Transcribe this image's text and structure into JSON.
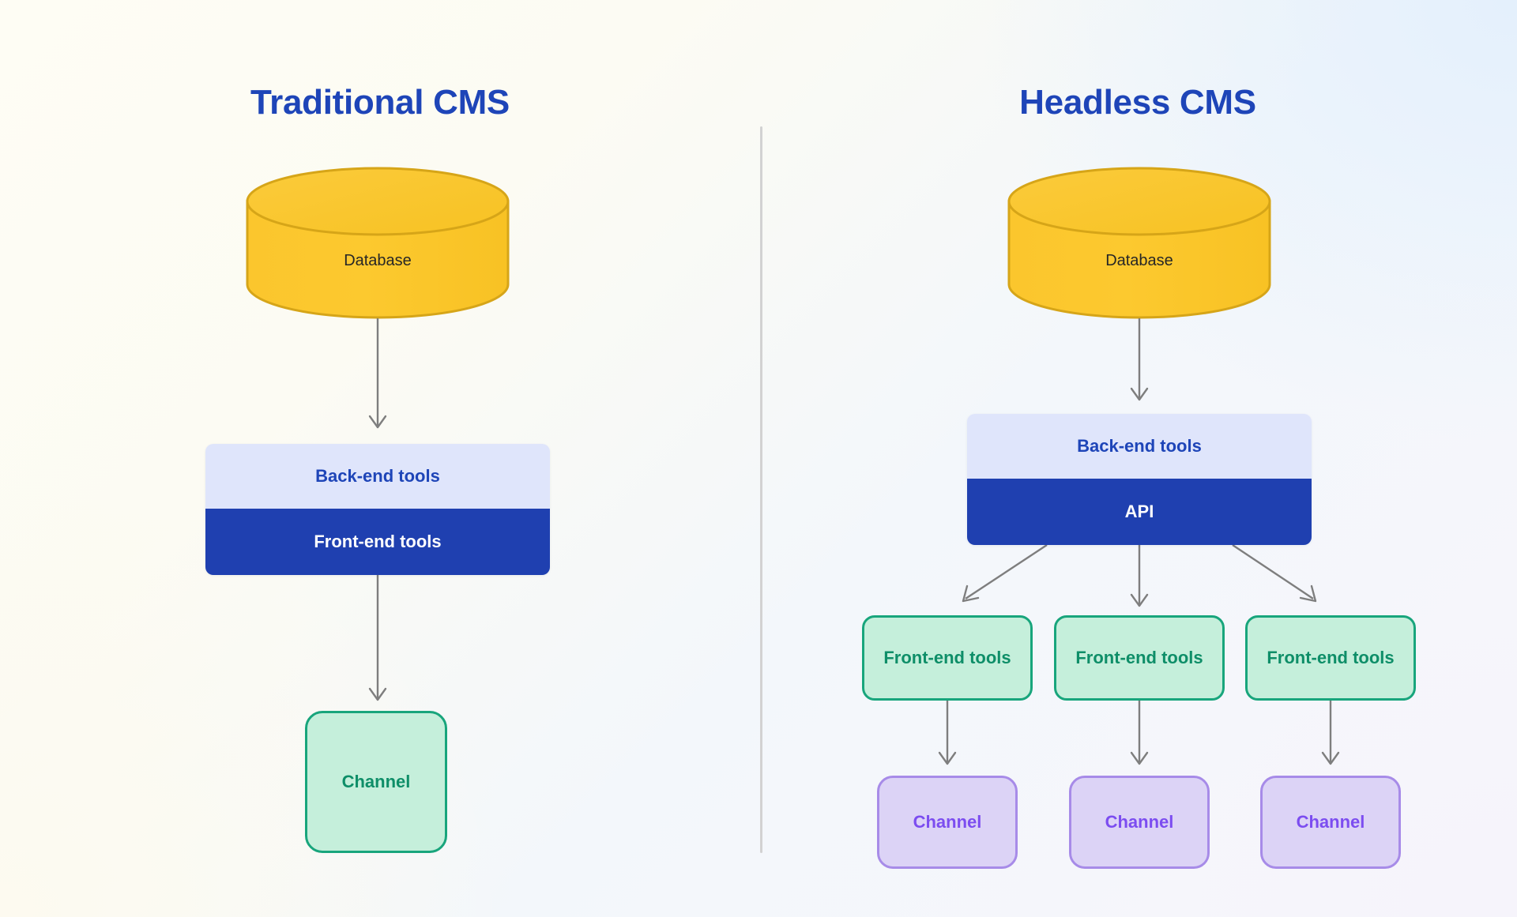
{
  "meta": {
    "diagram_title": "Traditional CMS vs Headless CMS architecture comparison",
    "background_colors": {
      "warm_cream": "#FDFCF2",
      "light_blue": "#E4F0FC",
      "lavender_white": "#F6F4FB"
    },
    "accent_colors": {
      "title_blue": "#1E45B8",
      "deep_blue": "#1F40B0",
      "pale_blue": "#DFE5FB",
      "database_yellow": "#FBC62D",
      "database_yellow_top": "#F9CB40",
      "database_border": "#D6A518",
      "mint_fill": "#C5EFDB",
      "mint_border": "#18A57C",
      "mint_text": "#0E8E68",
      "purple_fill": "#DCD3F6",
      "purple_border": "#A78BE8",
      "purple_text": "#7C4DF0",
      "arrow_gray": "#7E7E7E",
      "divider_gray": "#D2D2D2"
    }
  },
  "panels": {
    "left": {
      "title": "Traditional CMS",
      "database": {
        "label": "Database"
      },
      "tools_box": {
        "top_label": "Back-end tools",
        "bottom_label": "Front-end tools"
      },
      "channels": [
        {
          "label": "Channel"
        }
      ]
    },
    "right": {
      "title": "Headless CMS",
      "database": {
        "label": "Database"
      },
      "tools_box": {
        "top_label": "Back-end tools",
        "bottom_label": "API"
      },
      "frontends": [
        {
          "label": "Front-end tools"
        },
        {
          "label": "Front-end tools"
        },
        {
          "label": "Front-end tools"
        }
      ],
      "channels": [
        {
          "label": "Channel"
        },
        {
          "label": "Channel"
        },
        {
          "label": "Channel"
        }
      ]
    }
  },
  "icons": {
    "database_cylinder": "database-cylinder-icon",
    "arrow_down": "arrow-down-icon",
    "arrow_diagonal_left": "arrow-down-left-icon",
    "arrow_diagonal_right": "arrow-down-right-icon"
  }
}
